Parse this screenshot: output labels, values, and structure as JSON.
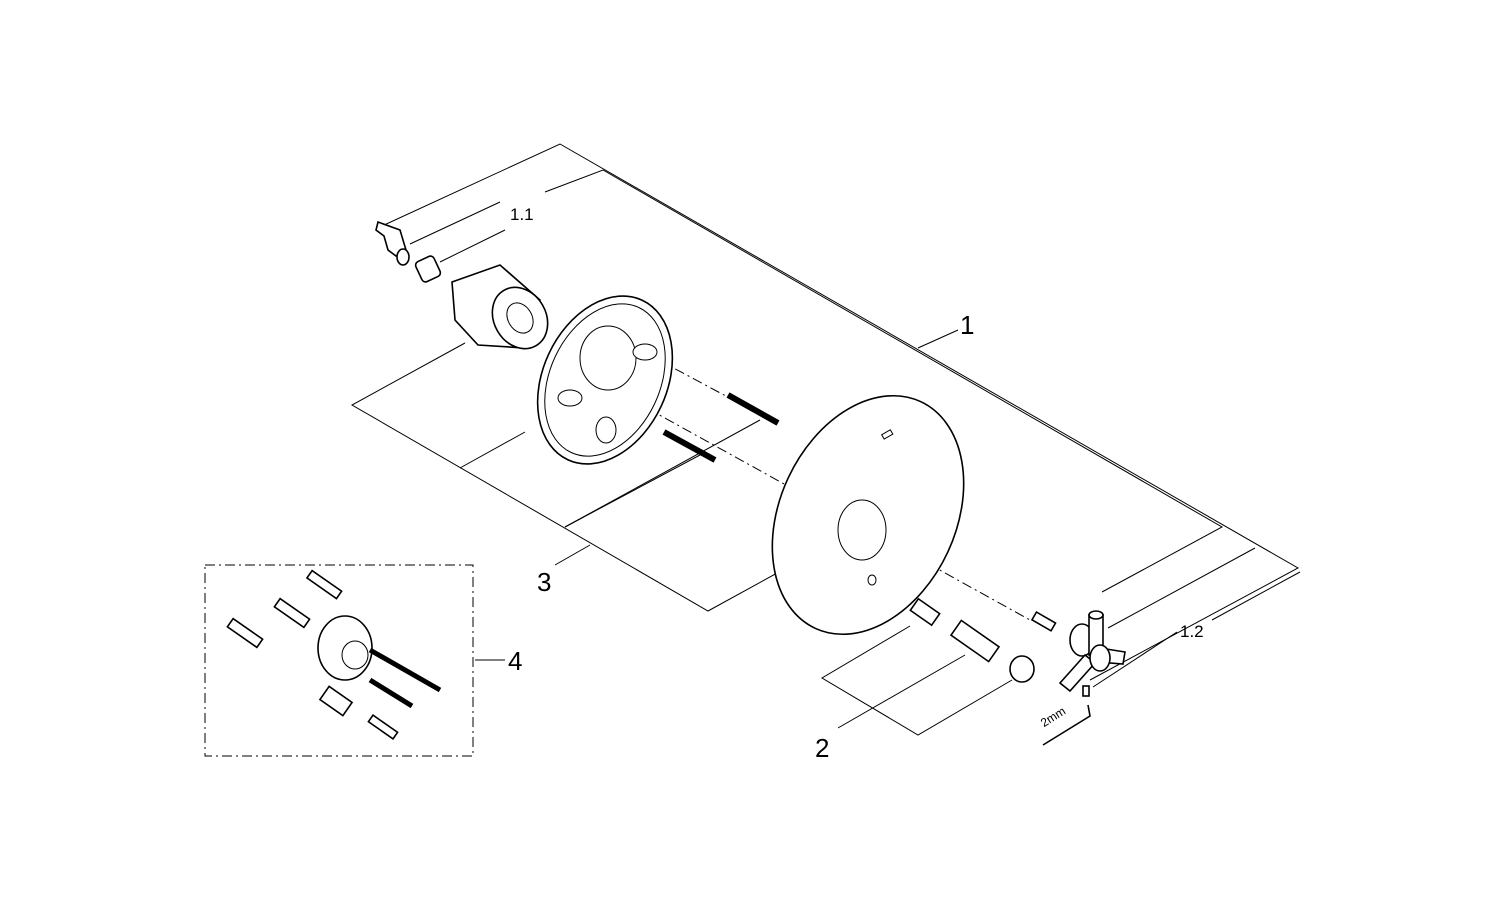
{
  "diagram": {
    "labels": {
      "item_1": "1",
      "item_1_1": "1.1",
      "item_1_2": "1.2",
      "item_2": "2",
      "item_3": "3",
      "item_4": "4",
      "tool_size": "2mm"
    }
  }
}
